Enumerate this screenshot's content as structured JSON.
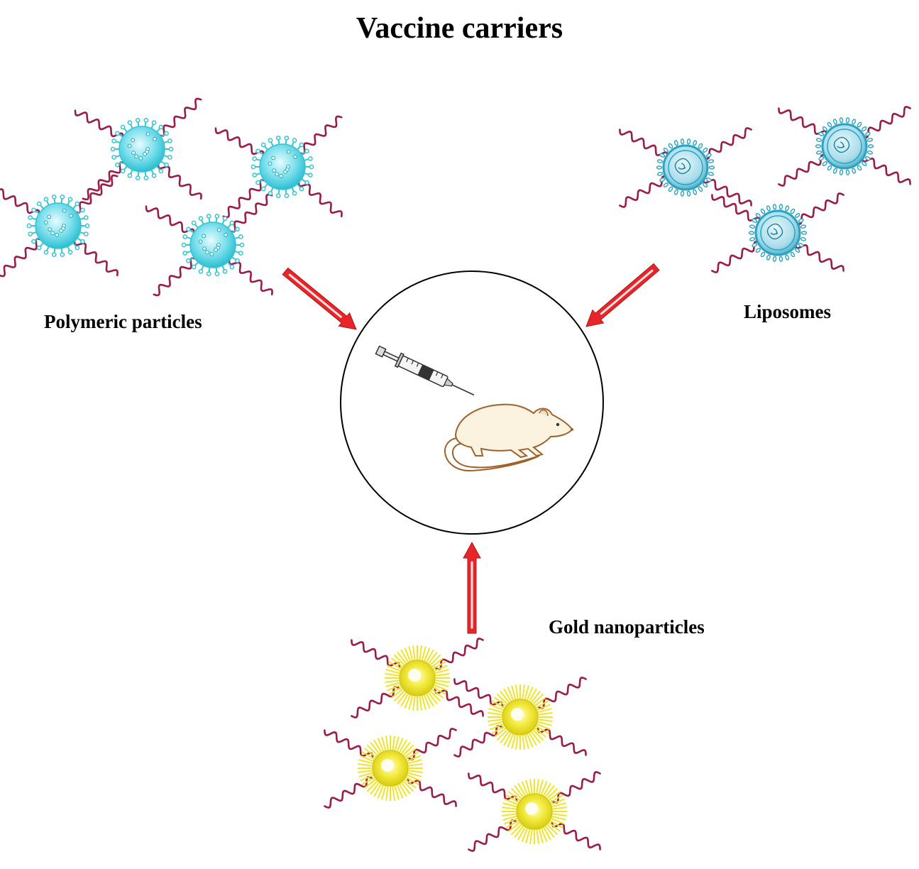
{
  "title": "Vaccine carriers",
  "labels": {
    "polymeric": "Polymeric particles",
    "liposomes": "Liposomes",
    "gold": "Gold nanoparticles"
  },
  "colors": {
    "arrow": "#e8262a",
    "strand": "#9b1b4a",
    "polymeric": "#33c4d6",
    "liposome": "#2aa3c2",
    "gold": "#f3ea2a",
    "mouse_fill": "#fbf3df",
    "mouse_outline": "#a0622b"
  },
  "icons": {
    "center": "mouse-with-syringe-icon",
    "polymeric": "polymeric-particle-icon",
    "liposome": "liposome-icon",
    "gold": "gold-nanoparticle-icon"
  }
}
